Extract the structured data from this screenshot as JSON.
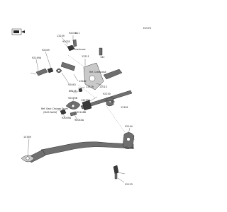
{
  "page_code": "E1078",
  "parts": [
    "92026",
    "411",
    "13239",
    "92033",
    "92049",
    "92149A",
    "132",
    "13211",
    "11013",
    "13182",
    "92043",
    "92148",
    "13119",
    "92049A",
    "92150",
    "13161",
    "132A",
    "92049B",
    "13239A",
    "92043A",
    "92148B",
    "13169",
    "92144",
    "92153A",
    "92153"
  ],
  "references": {
    "crankcase_top": "Ref. Crankcase",
    "crankcase_mid": "Ref. Crankcase",
    "gear_change_drum_1": "Ref. Gear Change Drum",
    "gear_change_drum_2": "(Shift Forks)"
  },
  "colors": {
    "ink": "#1a1a1a",
    "part_fill": "#6f6f6f",
    "background": "#ffffff"
  },
  "icons": {
    "reference_symbol": "front-arrow-icon"
  }
}
